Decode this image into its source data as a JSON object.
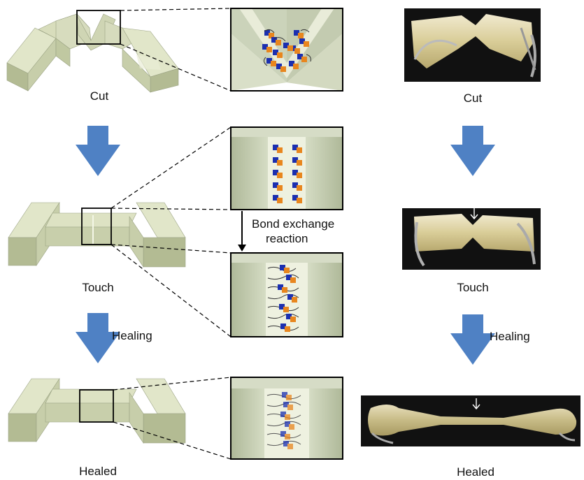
{
  "labels": {
    "cut": "Cut",
    "touch": "Touch",
    "healed": "Healed",
    "healing": "Healing",
    "bond_exchange_line1": "Bond exchange",
    "bond_exchange_line2": "reaction"
  },
  "colors": {
    "block_top": "#e1e6c9",
    "block_side": "#c7ceaa",
    "block_front": "#b3bb93",
    "inset_wall": "#c8d0b4",
    "arrow_blue": "#4f81c4",
    "monomer_blue": "#1b2fb0",
    "monomer_orange": "#e8861e",
    "photo_bg": "#111111",
    "material": "#d8cf9e"
  },
  "icons": [
    "down-arrow-icon",
    "dashed-zoom-line"
  ]
}
